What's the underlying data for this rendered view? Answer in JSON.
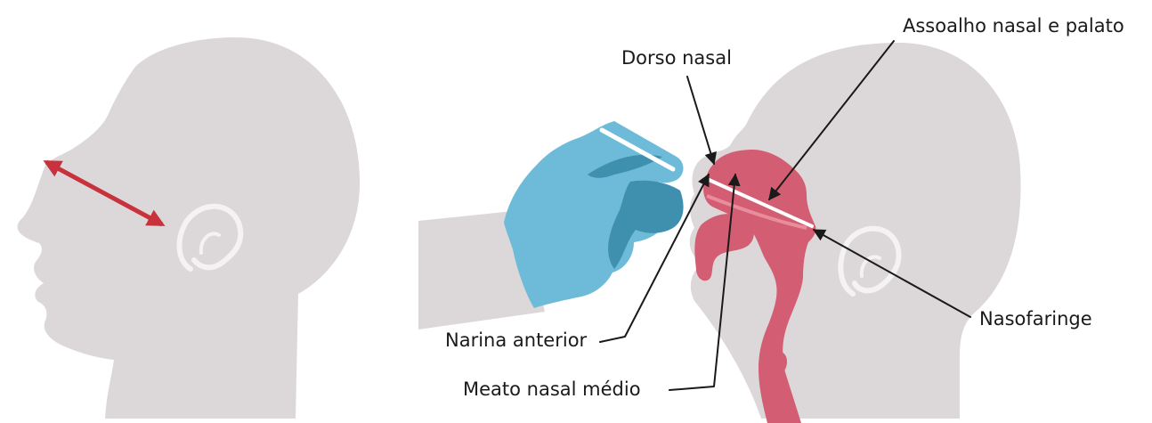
{
  "labels": {
    "dorso_nasal": "Dorso nasal",
    "assoalho": "Assoalho nasal e palato",
    "narina": "Narina anterior",
    "meato": "Meato nasal médio",
    "nasofaringe": "Nasofaringe"
  },
  "colors": {
    "skin": "#dcd8d9",
    "ear": "#f4f2f3",
    "measure_arrow": "#c8323c",
    "glove": "#6dbbd8",
    "glove_shadow": "#3f8fae",
    "airway": "#d35d72",
    "swab": "#ffffff",
    "text": "#1a1a1a"
  }
}
